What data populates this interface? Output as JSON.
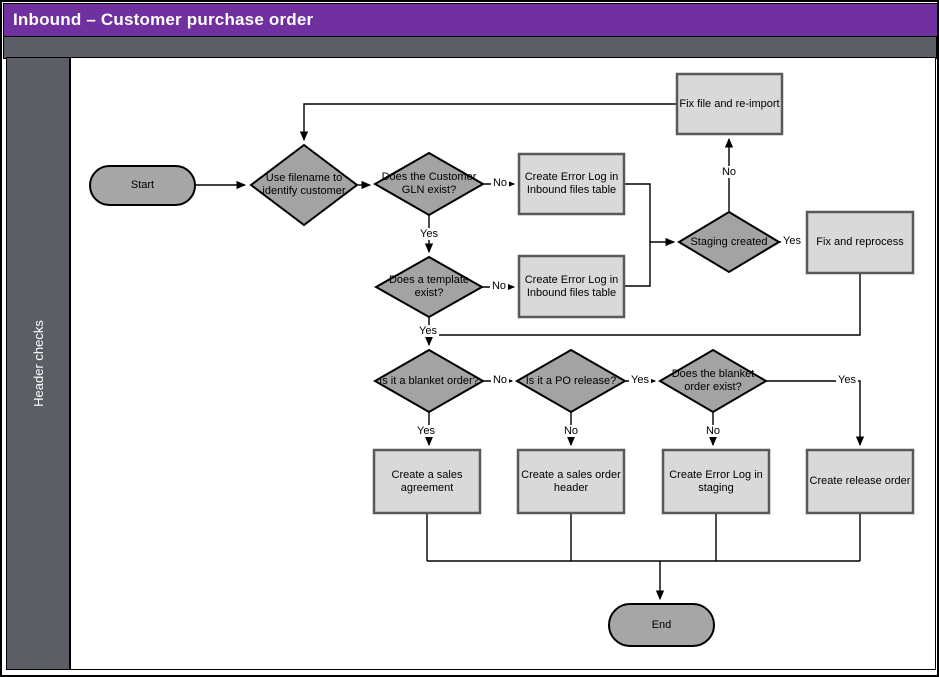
{
  "title": "Inbound – Customer purchase order",
  "lane": {
    "label": "Header checks"
  },
  "nodes": {
    "start": {
      "label": "Start"
    },
    "d_filename": {
      "label": "Use filename to identify customer"
    },
    "d_gln": {
      "label": "Does the Customer GLN exist?"
    },
    "r_error1": {
      "label": "Create Error Log in Inbound files table"
    },
    "d_template": {
      "label": "Does a template exist?"
    },
    "r_error2": {
      "label": "Create Error Log in Inbound files table"
    },
    "d_staging": {
      "label": "Staging created"
    },
    "r_fix_reprocess": {
      "label": "Fix and reprocess"
    },
    "r_fix_reimport": {
      "label": "Fix file and re-import"
    },
    "d_blanket": {
      "label": "Is it a blanket order?"
    },
    "d_po_release": {
      "label": "Is it a PO release?"
    },
    "d_blanket_exists": {
      "label": "Does the blanket order exist?"
    },
    "r_sales_agreement": {
      "label": "Create a sales agreement"
    },
    "r_sales_order": {
      "label": "Create a sales order header"
    },
    "r_error_staging": {
      "label": "Create Error Log in staging"
    },
    "r_release_order": {
      "label": "Create release order"
    },
    "end": {
      "label": "End"
    }
  },
  "edge_labels": {
    "yes": "Yes",
    "no": "No"
  },
  "colors": {
    "title_bg": "#7030A0",
    "band_bg": "#5B5E64",
    "lane_bg": "#5B5E64",
    "stadium_fill": "#A6A6A6",
    "diamond_fill": "#A3A3A3",
    "process_fill": "#D9D9D9",
    "process_border": "#595959",
    "line": "#000000"
  }
}
